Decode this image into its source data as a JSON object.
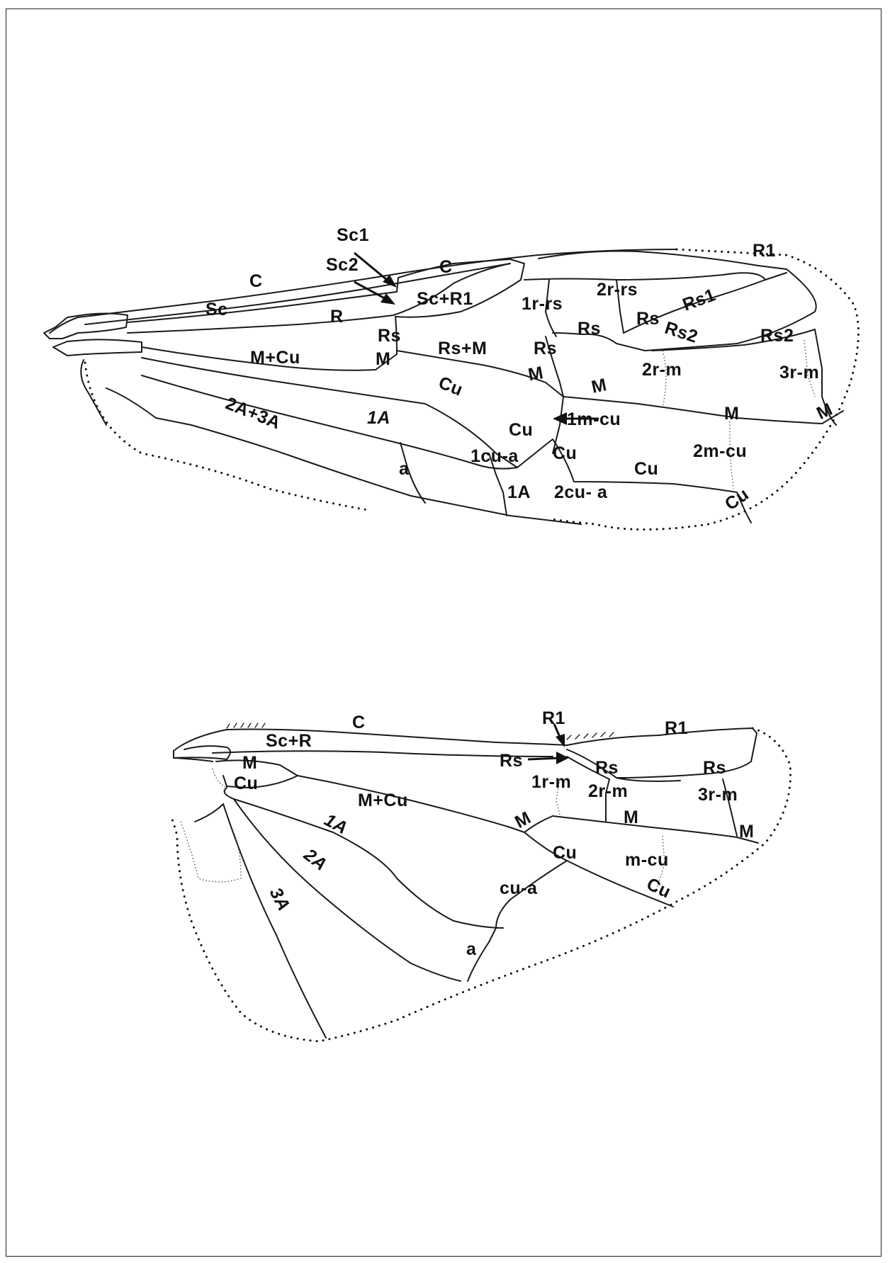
{
  "forewing": {
    "labels": {
      "sc1": "Sc1",
      "sc2": "Sc2",
      "c": "C",
      "c2": "C",
      "sc": "Sc",
      "sc_r1": "Sc+R1",
      "r": "R",
      "r1": "R1",
      "r1rs": "1r-rs",
      "r2rs": "2r-rs",
      "rs_a": "Rs",
      "rs_b": "Rs",
      "rs_c": "Rs",
      "rs_d": "Rs",
      "rs1": "Rs1",
      "rs2_a": "Rs2",
      "rs2_b": "Rs2",
      "m_cu": "M+Cu",
      "m_a": "M",
      "rs_m": "Rs+M",
      "m_b": "M",
      "m_c": "M",
      "m_d": "M",
      "m_e": "M",
      "r2m": "2r-m",
      "r3m": "3r-m",
      "cu_a": "Cu",
      "cu_b": "Cu",
      "cu_c": "Cu",
      "cu_d": "Cu",
      "cu_e": "Cu",
      "m1cu": "1m-cu",
      "m2cu": "2m-cu",
      "a23": "2A+3A",
      "a1_a": "1A",
      "a1_b": "1A",
      "a": "a",
      "cu1a": "1cu-a",
      "cu2a": "2cu- a"
    }
  },
  "hindwing": {
    "labels": {
      "c": "C",
      "sc_r": "Sc+R",
      "r1_a": "R1",
      "r1_b": "R1",
      "rs_a": "Rs",
      "rs_b": "Rs",
      "rs_c": "Rs",
      "m_a": "M",
      "cu_a": "Cu",
      "m_cu": "M+Cu",
      "r1m": "1r-m",
      "r2m": "2r-m",
      "r3m": "3r-m",
      "m_b": "M",
      "m_c": "M",
      "m_d": "M",
      "a1": "1A",
      "a2": "2A",
      "a3": "3A",
      "cu_b": "Cu",
      "mcu": "m-cu",
      "cua": "cu-a",
      "cu_c": "Cu",
      "a": "a"
    }
  }
}
